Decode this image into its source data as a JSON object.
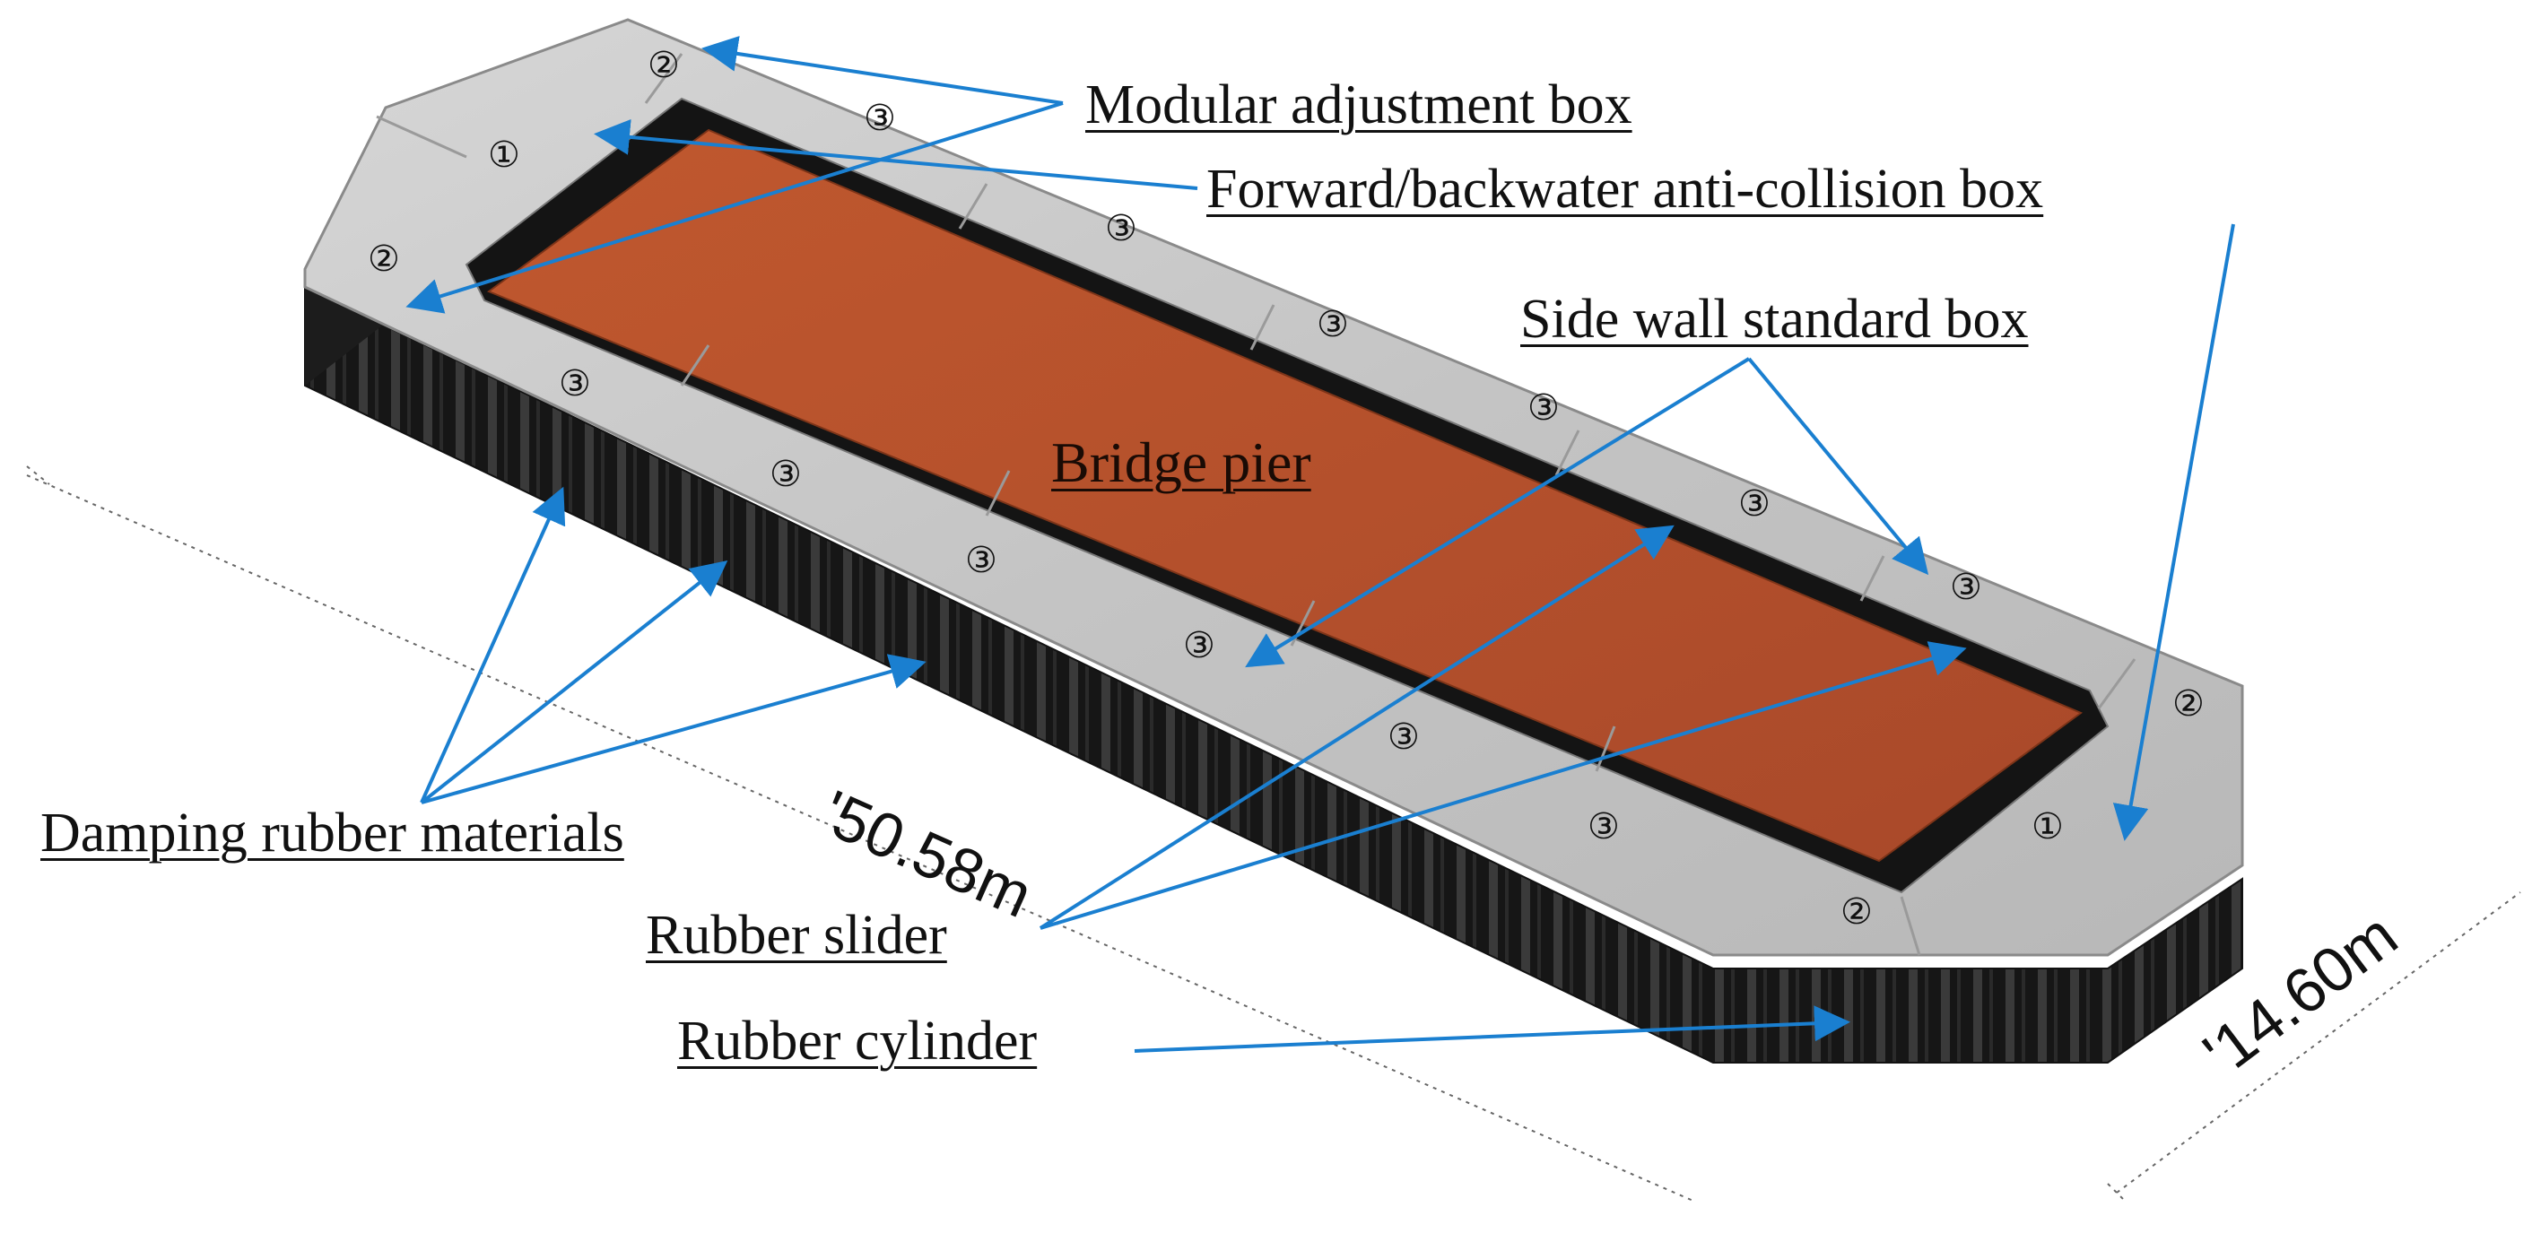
{
  "labels": {
    "modular_adjustment_box": "Modular adjustment box",
    "anti_collision_box": "Forward/backwater anti-collision box",
    "side_wall_standard_box": "Side wall standard box",
    "bridge_pier": "Bridge pier",
    "damping_rubber_materials": "Damping rubber materials",
    "rubber_slider": "Rubber slider",
    "rubber_cylinder": "Rubber cylinder"
  },
  "dimensions": {
    "length": "'50.58m",
    "width": "'14.60m"
  },
  "box_markers": {
    "type1": "①",
    "type2": "②",
    "type3": "③"
  },
  "colors": {
    "pier": "#b5532d",
    "concrete": "#c9c9c9",
    "rubber": "#1b1b1b",
    "arrow": "#1a7fd0"
  }
}
